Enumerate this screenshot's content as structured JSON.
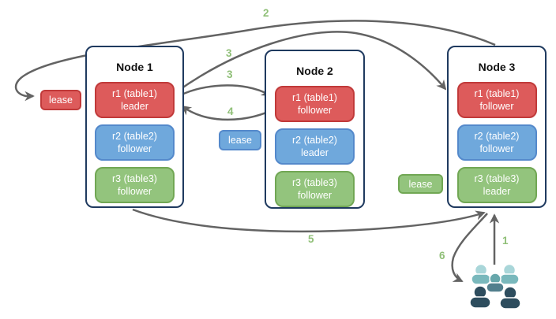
{
  "nodes": [
    {
      "title": "Node 1",
      "replicas": [
        {
          "name": "r1 (table1)",
          "role": "leader",
          "color": "red"
        },
        {
          "name": "r2 (table2)",
          "role": "follower",
          "color": "blue"
        },
        {
          "name": "r3 (table3)",
          "role": "follower",
          "color": "green"
        }
      ]
    },
    {
      "title": "Node 2",
      "replicas": [
        {
          "name": "r1 (table1)",
          "role": "follower",
          "color": "red"
        },
        {
          "name": "r2 (table2)",
          "role": "leader",
          "color": "blue"
        },
        {
          "name": "r3 (table3)",
          "role": "follower",
          "color": "green"
        }
      ]
    },
    {
      "title": "Node 3",
      "replicas": [
        {
          "name": "r1 (table1)",
          "role": "follower",
          "color": "red"
        },
        {
          "name": "r2 (table2)",
          "role": "follower",
          "color": "blue"
        },
        {
          "name": "r3 (table3)",
          "role": "leader",
          "color": "green"
        }
      ]
    }
  ],
  "leases": {
    "red": {
      "label": "lease",
      "color": "#dd5b5b"
    },
    "blue": {
      "label": "lease",
      "color": "#6fa8dc"
    },
    "green": {
      "label": "lease",
      "color": "#93c47d"
    }
  },
  "steps": {
    "s1": "1",
    "s2": "2",
    "s3a": "3",
    "s3b": "3",
    "s4": "4",
    "s5": "5",
    "s6": "6"
  },
  "users_group": {
    "icon": "users-icon",
    "person_count": 5
  },
  "colors": {
    "red_fill": "#dd5b5b",
    "red_border": "#c13a3a",
    "blue_fill": "#6fa8dc",
    "blue_border": "#5489cb",
    "green_fill": "#93c47d",
    "green_border": "#71a754",
    "node_border": "#1f3a5f",
    "arrow": "#636363",
    "step_label": "#8fbf77",
    "users_light_head": "#a9d6d9",
    "users_light_body": "#79b8bc",
    "users_mid_head": "#67a7ab",
    "users_mid_body": "#527f8d",
    "users_dark": "#2e4d5e"
  }
}
